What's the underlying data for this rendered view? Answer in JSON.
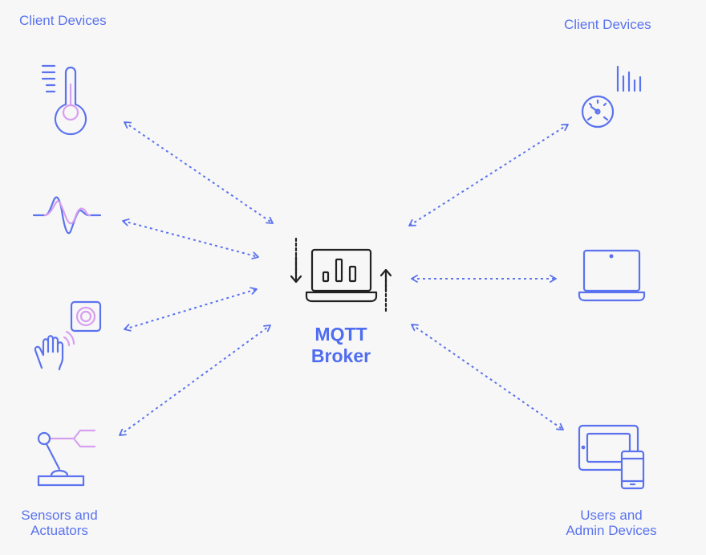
{
  "groups": {
    "left_title": "Client Devices",
    "right_title": "Client Devices",
    "bottom_left_line1": "Sensors and",
    "bottom_left_line2": "Actuators",
    "bottom_right_line1": "Users and",
    "bottom_right_line2": "Admin Devices"
  },
  "broker": {
    "line1": "MQTT",
    "line2": "Broker"
  },
  "colors": {
    "primary": "#5b73ee",
    "accent": "#d79ff0",
    "dark": "#222222",
    "background": "#f7f7f7"
  },
  "icons": {
    "left": [
      "thermometer-icon",
      "waveform-icon",
      "hand-sensor-icon",
      "robot-arm-icon"
    ],
    "right": [
      "gauge-icon",
      "laptop-icon",
      "tablet-phone-icon"
    ],
    "center": "broker-laptop-icon"
  }
}
